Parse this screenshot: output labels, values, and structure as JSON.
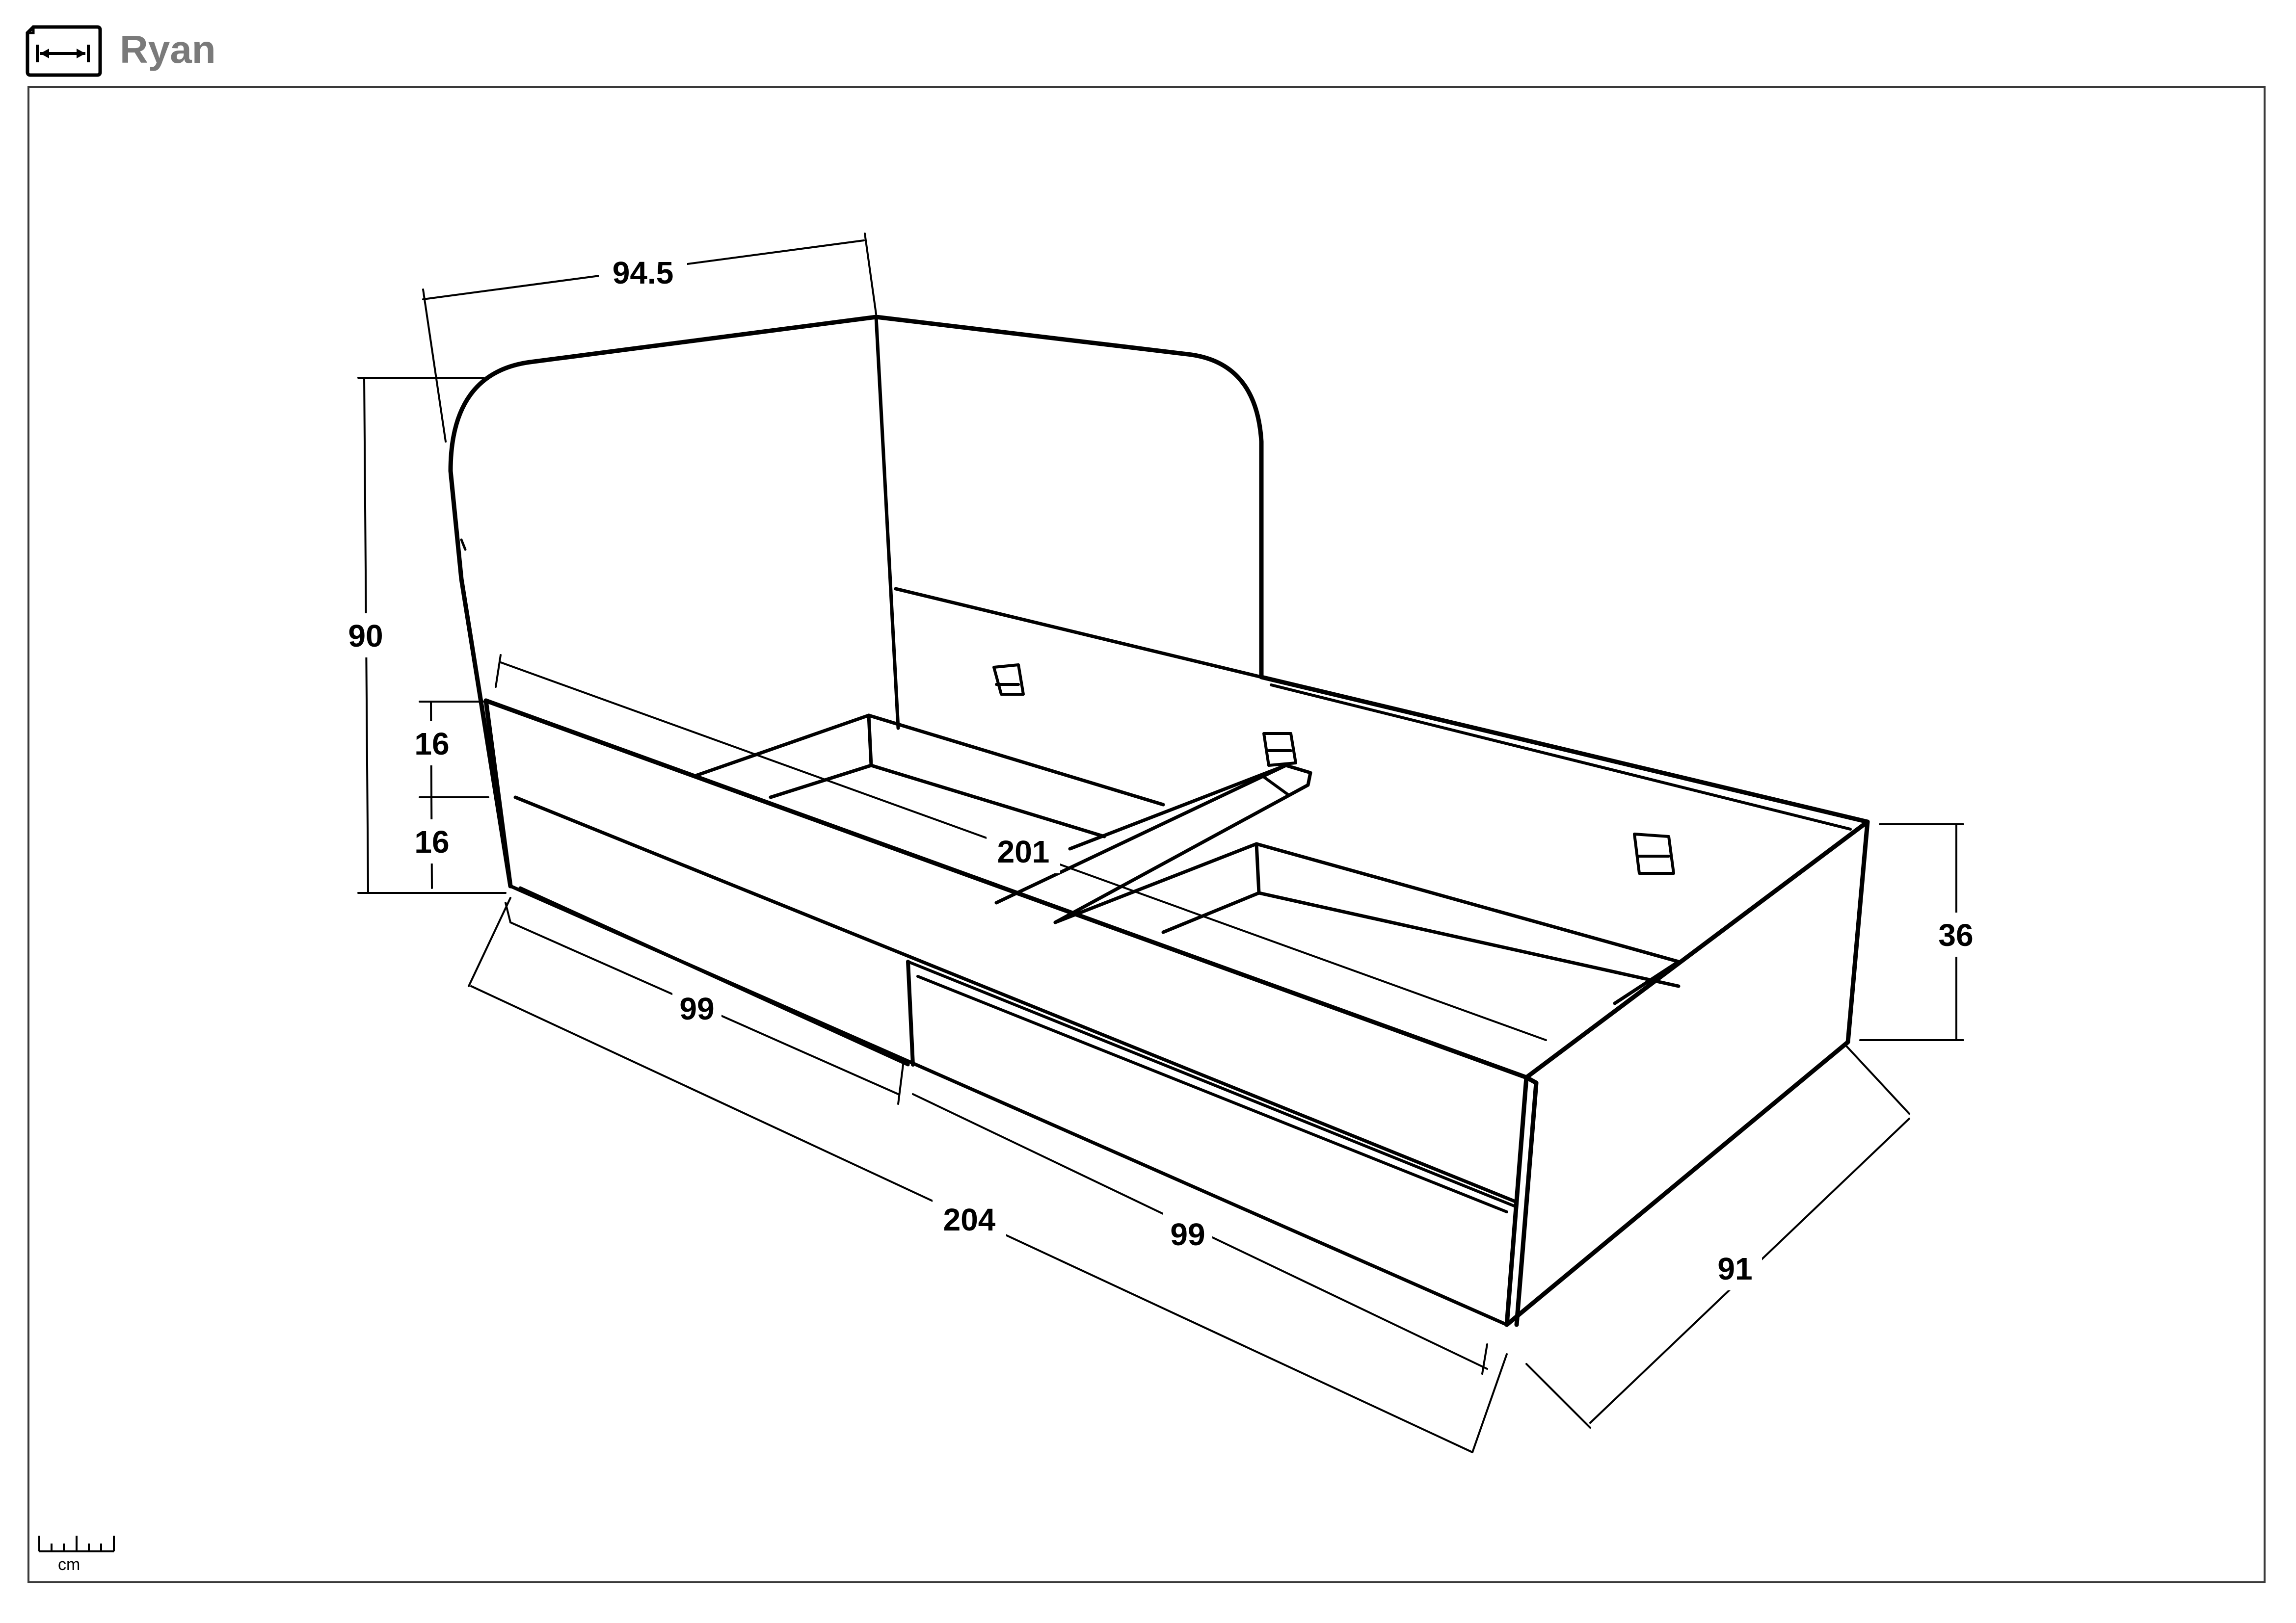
{
  "header": {
    "icon": "dimensions-icon",
    "product_name": "Ryan"
  },
  "dimensions": {
    "headboard_width": "94.5",
    "headboard_height": "90",
    "drawer_height_top": "16",
    "drawer_height_bottom": "16",
    "mattress_length": "201",
    "frame_height": "36",
    "drawer_length_left": "99",
    "drawer_length_right": "99",
    "total_length": "204",
    "total_width": "91"
  },
  "scale": {
    "icon": "ruler-icon",
    "unit": "cm"
  }
}
